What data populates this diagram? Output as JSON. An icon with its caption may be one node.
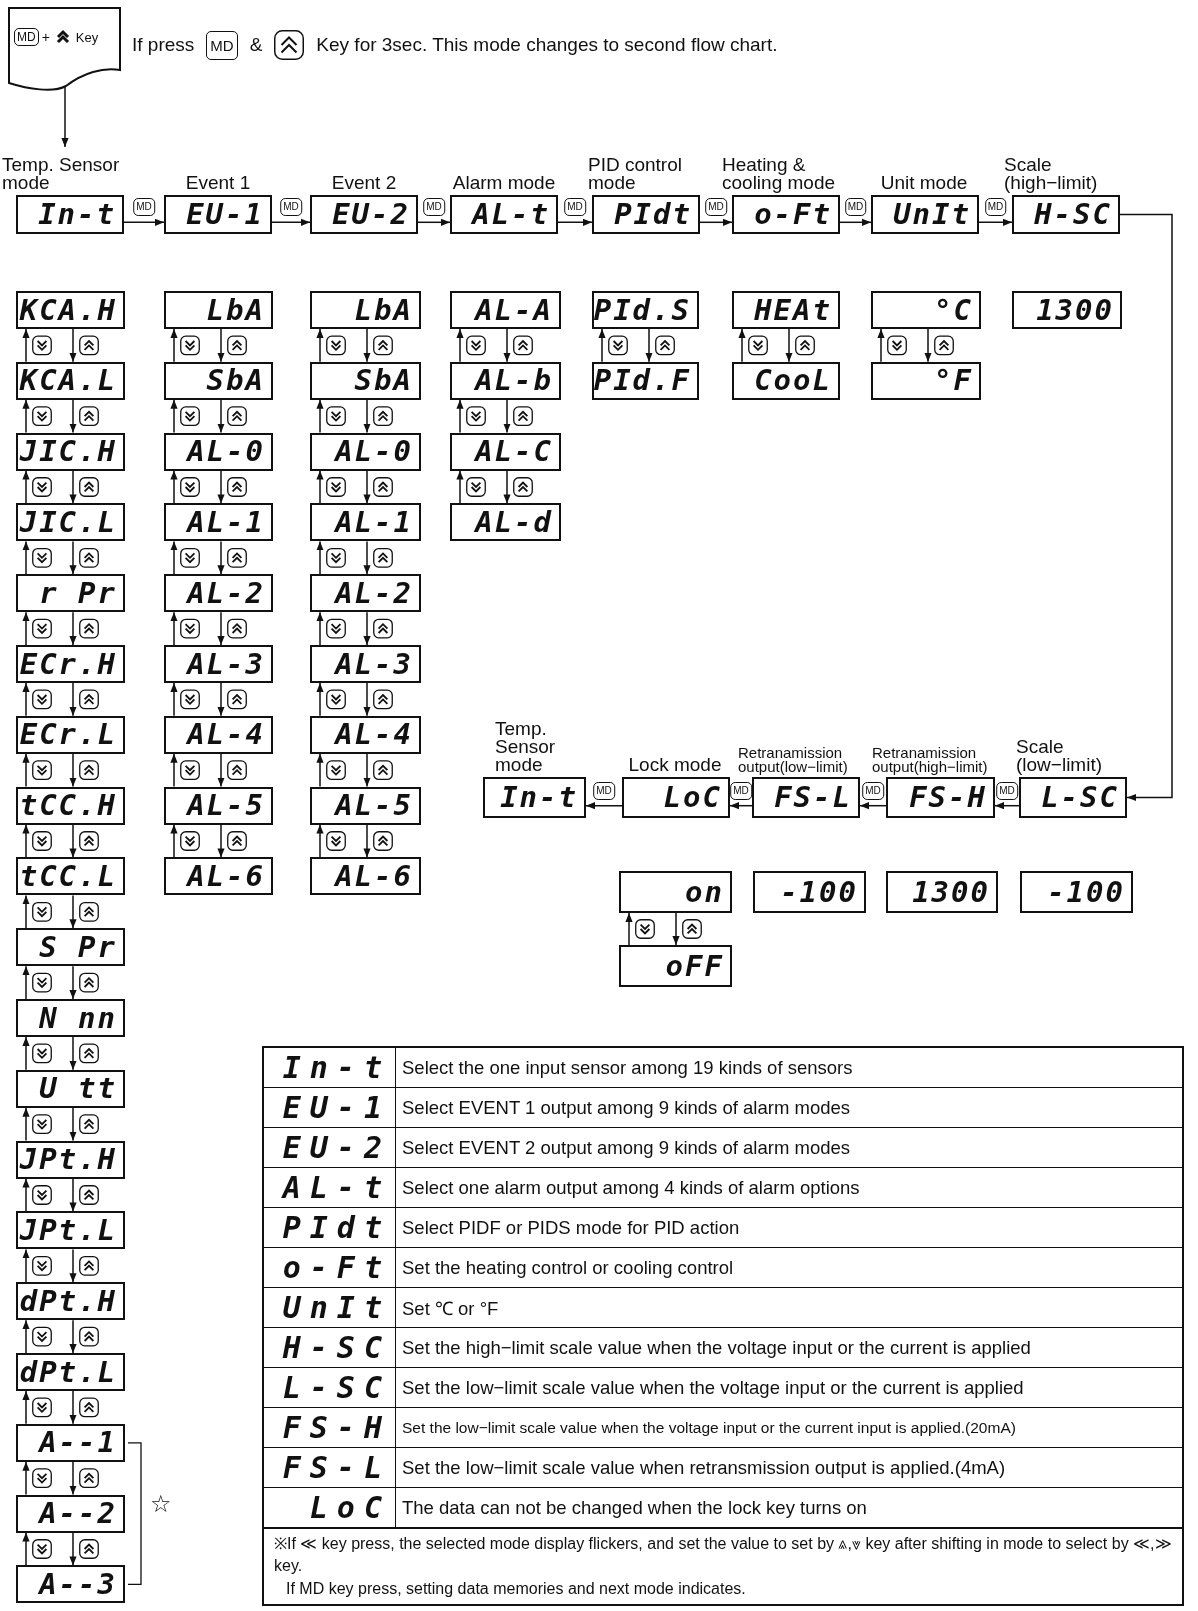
{
  "diagram": {
    "nodes": [
      {
        "text": [
          "MD",
          "+",
          "Key"
        ]
      },
      {
        "text": [
          "Temp. Sensor mode",
          "In-t"
        ]
      },
      {
        "text": [
          "Event 1",
          "EU-1"
        ]
      },
      {
        "text": [
          "Event 2",
          "EU-2"
        ]
      },
      {
        "text": [
          "Alarm mode",
          "AL-t"
        ]
      },
      {
        "text": [
          "PID control mode",
          "PIdt"
        ]
      },
      {
        "text": [
          "Heating & cooling mode",
          "o-Ft"
        ]
      },
      {
        "text": [
          "Unit mode",
          "UnIt"
        ]
      },
      {
        "text": [
          "Scale (high−limit)",
          "H-SC"
        ]
      },
      {
        "text": [
          "KCA.H"
        ]
      },
      {
        "text": [
          "KCA.L"
        ]
      },
      {
        "text": [
          "JIC.H"
        ]
      },
      {
        "text": [
          "JIC.L"
        ]
      },
      {
        "text": [
          "r Pr"
        ]
      },
      {
        "text": [
          "ECr.H"
        ]
      },
      {
        "text": [
          "ECr.L"
        ]
      },
      {
        "text": [
          "tCC.H"
        ]
      },
      {
        "text": [
          "tCC.L"
        ]
      },
      {
        "text": [
          "S Pr"
        ]
      },
      {
        "text": [
          "N nn"
        ]
      },
      {
        "text": [
          "U tt"
        ]
      },
      {
        "text": [
          "JPt.H"
        ]
      },
      {
        "text": [
          "JPt.L"
        ]
      },
      {
        "text": [
          "dPt.H"
        ]
      },
      {
        "text": [
          "dPt.L"
        ]
      },
      {
        "text": [
          "A--1"
        ]
      },
      {
        "text": [
          "A--2"
        ]
      },
      {
        "text": [
          "A--3"
        ]
      },
      {
        "text": [
          "LbA"
        ]
      },
      {
        "text": [
          "SbA"
        ]
      },
      {
        "text": [
          "AL-0"
        ]
      },
      {
        "text": [
          "AL-1"
        ]
      },
      {
        "text": [
          "AL-2"
        ]
      },
      {
        "text": [
          "AL-3"
        ]
      },
      {
        "text": [
          "AL-4"
        ]
      },
      {
        "text": [
          "AL-5"
        ]
      },
      {
        "text": [
          "AL-6"
        ]
      },
      {
        "text": [
          "LbA"
        ]
      },
      {
        "text": [
          "SbA"
        ]
      },
      {
        "text": [
          "AL-0"
        ]
      },
      {
        "text": [
          "AL-1"
        ]
      },
      {
        "text": [
          "AL-2"
        ]
      },
      {
        "text": [
          "AL-3"
        ]
      },
      {
        "text": [
          "AL-4"
        ]
      },
      {
        "text": [
          "AL-5"
        ]
      },
      {
        "text": [
          "AL-6"
        ]
      },
      {
        "text": [
          "AL-A"
        ]
      },
      {
        "text": [
          "AL-b"
        ]
      },
      {
        "text": [
          "AL-C"
        ]
      },
      {
        "text": [
          "AL-d"
        ]
      },
      {
        "text": [
          "PId.S"
        ]
      },
      {
        "text": [
          "PId.F"
        ]
      },
      {
        "text": [
          "HEAt"
        ]
      },
      {
        "text": [
          "CooL"
        ]
      },
      {
        "text": [
          "°C"
        ]
      },
      {
        "text": [
          "°F"
        ]
      },
      {
        "text": [
          "1300"
        ]
      },
      {
        "text": [
          "Temp. Sensor mode",
          "In-t"
        ]
      },
      {
        "text": [
          "Lock mode",
          "LoC"
        ]
      },
      {
        "text": [
          "Retranamission output(low−limit)",
          "FS-L"
        ]
      },
      {
        "text": [
          "Retranamission output(high−limit)",
          "FS-H"
        ]
      },
      {
        "text": [
          "Scale (low−limit)",
          "L-SC"
        ]
      },
      {
        "text": [
          "on"
        ]
      },
      {
        "text": [
          "oFF"
        ]
      },
      {
        "text": [
          "-100"
        ]
      },
      {
        "text": [
          "1300"
        ]
      },
      {
        "text": [
          "-100"
        ]
      }
    ],
    "edges": [
      {
        "from": 0,
        "to": 1,
        "arrow": "to"
      },
      {
        "from": 1,
        "to": 2,
        "arrow": "to",
        "label": "MD"
      },
      {
        "from": 2,
        "to": 3,
        "arrow": "to",
        "label": "MD"
      },
      {
        "from": 3,
        "to": 4,
        "arrow": "to",
        "label": "MD"
      },
      {
        "from": 4,
        "to": 5,
        "arrow": "to",
        "label": "MD"
      },
      {
        "from": 5,
        "to": 6,
        "arrow": "to",
        "label": "MD"
      },
      {
        "from": 6,
        "to": 7,
        "arrow": "to",
        "label": "MD"
      },
      {
        "from": 7,
        "to": 8,
        "arrow": "to",
        "label": "MD"
      },
      {
        "from": 8,
        "to": 61,
        "arrow": "to"
      },
      {
        "from": 61,
        "to": 60,
        "arrow": "to",
        "label": "MD"
      },
      {
        "from": 60,
        "to": 59,
        "arrow": "to",
        "label": "MD"
      },
      {
        "from": 59,
        "to": 58,
        "arrow": "to",
        "label": "MD"
      },
      {
        "from": 58,
        "to": 57,
        "arrow": "to",
        "label": "MD"
      },
      {
        "from": 10,
        "to": 9,
        "arrow": "to"
      },
      {
        "from": 9,
        "to": 10,
        "arrow": "to"
      },
      {
        "from": 11,
        "to": 10,
        "arrow": "to"
      },
      {
        "from": 10,
        "to": 11,
        "arrow": "to"
      },
      {
        "from": 12,
        "to": 11,
        "arrow": "to"
      },
      {
        "from": 11,
        "to": 12,
        "arrow": "to"
      },
      {
        "from": 13,
        "to": 12,
        "arrow": "to"
      },
      {
        "from": 12,
        "to": 13,
        "arrow": "to"
      },
      {
        "from": 14,
        "to": 13,
        "arrow": "to"
      },
      {
        "from": 13,
        "to": 14,
        "arrow": "to"
      },
      {
        "from": 15,
        "to": 14,
        "arrow": "to"
      },
      {
        "from": 14,
        "to": 15,
        "arrow": "to"
      },
      {
        "from": 16,
        "to": 15,
        "arrow": "to"
      },
      {
        "from": 15,
        "to": 16,
        "arrow": "to"
      },
      {
        "from": 17,
        "to": 16,
        "arrow": "to"
      },
      {
        "from": 16,
        "to": 17,
        "arrow": "to"
      },
      {
        "from": 18,
        "to": 17,
        "arrow": "to"
      },
      {
        "from": 17,
        "to": 18,
        "arrow": "to"
      },
      {
        "from": 19,
        "to": 18,
        "arrow": "to"
      },
      {
        "from": 18,
        "to": 19,
        "arrow": "to"
      },
      {
        "from": 20,
        "to": 19,
        "arrow": "to"
      },
      {
        "from": 19,
        "to": 20,
        "arrow": "to"
      },
      {
        "from": 21,
        "to": 20,
        "arrow": "to"
      },
      {
        "from": 20,
        "to": 21,
        "arrow": "to"
      },
      {
        "from": 22,
        "to": 21,
        "arrow": "to"
      },
      {
        "from": 21,
        "to": 22,
        "arrow": "to"
      },
      {
        "from": 23,
        "to": 22,
        "arrow": "to"
      },
      {
        "from": 22,
        "to": 23,
        "arrow": "to"
      },
      {
        "from": 24,
        "to": 23,
        "arrow": "to"
      },
      {
        "from": 23,
        "to": 24,
        "arrow": "to"
      },
      {
        "from": 25,
        "to": 24,
        "arrow": "to"
      },
      {
        "from": 24,
        "to": 25,
        "arrow": "to"
      },
      {
        "from": 26,
        "to": 25,
        "arrow": "to"
      },
      {
        "from": 25,
        "to": 26,
        "arrow": "to"
      },
      {
        "from": 27,
        "to": 26,
        "arrow": "to"
      },
      {
        "from": 26,
        "to": 27,
        "arrow": "to"
      },
      {
        "from": 29,
        "to": 28,
        "arrow": "to"
      },
      {
        "from": 28,
        "to": 29,
        "arrow": "to"
      },
      {
        "from": 30,
        "to": 29,
        "arrow": "to"
      },
      {
        "from": 29,
        "to": 30,
        "arrow": "to"
      },
      {
        "from": 31,
        "to": 30,
        "arrow": "to"
      },
      {
        "from": 30,
        "to": 31,
        "arrow": "to"
      },
      {
        "from": 32,
        "to": 31,
        "arrow": "to"
      },
      {
        "from": 31,
        "to": 32,
        "arrow": "to"
      },
      {
        "from": 33,
        "to": 32,
        "arrow": "to"
      },
      {
        "from": 32,
        "to": 33,
        "arrow": "to"
      },
      {
        "from": 34,
        "to": 33,
        "arrow": "to"
      },
      {
        "from": 33,
        "to": 34,
        "arrow": "to"
      },
      {
        "from": 35,
        "to": 34,
        "arrow": "to"
      },
      {
        "from": 34,
        "to": 35,
        "arrow": "to"
      },
      {
        "from": 36,
        "to": 35,
        "arrow": "to"
      },
      {
        "from": 35,
        "to": 36,
        "arrow": "to"
      },
      {
        "from": 38,
        "to": 37,
        "arrow": "to"
      },
      {
        "from": 37,
        "to": 38,
        "arrow": "to"
      },
      {
        "from": 39,
        "to": 38,
        "arrow": "to"
      },
      {
        "from": 38,
        "to": 39,
        "arrow": "to"
      },
      {
        "from": 40,
        "to": 39,
        "arrow": "to"
      },
      {
        "from": 39,
        "to": 40,
        "arrow": "to"
      },
      {
        "from": 41,
        "to": 40,
        "arrow": "to"
      },
      {
        "from": 40,
        "to": 41,
        "arrow": "to"
      },
      {
        "from": 42,
        "to": 41,
        "arrow": "to"
      },
      {
        "from": 41,
        "to": 42,
        "arrow": "to"
      },
      {
        "from": 43,
        "to": 42,
        "arrow": "to"
      },
      {
        "from": 42,
        "to": 43,
        "arrow": "to"
      },
      {
        "from": 44,
        "to": 43,
        "arrow": "to"
      },
      {
        "from": 43,
        "to": 44,
        "arrow": "to"
      },
      {
        "from": 45,
        "to": 44,
        "arrow": "to"
      },
      {
        "from": 44,
        "to": 45,
        "arrow": "to"
      },
      {
        "from": 47,
        "to": 46,
        "arrow": "to"
      },
      {
        "from": 46,
        "to": 47,
        "arrow": "to"
      },
      {
        "from": 48,
        "to": 47,
        "arrow": "to"
      },
      {
        "from": 47,
        "to": 48,
        "arrow": "to"
      },
      {
        "from": 49,
        "to": 48,
        "arrow": "to"
      },
      {
        "from": 48,
        "to": 49,
        "arrow": "to"
      },
      {
        "from": 51,
        "to": 50,
        "arrow": "to"
      },
      {
        "from": 50,
        "to": 51,
        "arrow": "to"
      },
      {
        "from": 53,
        "to": 52,
        "arrow": "to"
      },
      {
        "from": 52,
        "to": 53,
        "arrow": "to"
      },
      {
        "from": 55,
        "to": 54,
        "arrow": "to"
      },
      {
        "from": 54,
        "to": 55,
        "arrow": "to"
      },
      {
        "from": 63,
        "to": 62,
        "arrow": "to"
      },
      {
        "from": 62,
        "to": 63,
        "arrow": "to"
      }
    ],
    "labels": [
      "If press",
      "MD",
      "&",
      "Key for 3sec. This mode changes to second flow chart.",
      "☆",
      "In-t",
      "Select the one input sensor among 19 kinds of sensors",
      "EU-1",
      "Select EVENT 1 output among 9 kinds of alarm modes",
      "EU-2",
      "Select EVENT 2 output among 9 kinds of alarm modes",
      "AL-t",
      "Select one alarm output among 4 kinds of alarm options",
      "PIdt",
      "Select PIDF or PIDS mode for PID action",
      "o-Ft",
      "Set the heating control or cooling control",
      "UnIt",
      "Set ℃ or °F",
      "H-SC",
      "Set the high−limit scale value when the voltage input or the current is applied",
      "L-SC",
      "Set the low−limit scale value when the voltage input or the current is applied",
      "FS-H",
      "Set the low−limit scale value when the voltage input or the current input is applied.(20mA)",
      "FS-L",
      "Set the low−limit scale value when retransmission output is applied.(4mA)",
      "LoC",
      "The data can not be changed when the lock key turns on",
      "※If ≪ key press, the selected mode display flickers, and set the value to set by ⩓,⩔ key after shifting in mode to select by ≪,≫ key.",
      "If MD key press, setting data memories and next mode indicates."
    ]
  }
}
